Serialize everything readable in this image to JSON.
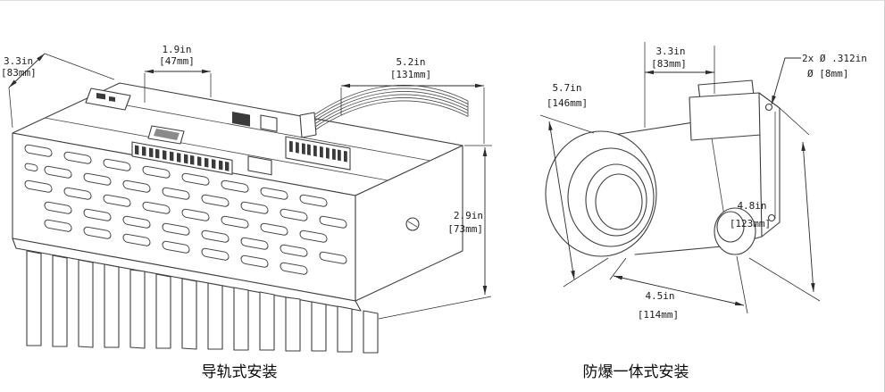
{
  "colors": {
    "background": "#ffffff",
    "line": "#3e3e3e",
    "dimension": "#2c2c2c",
    "text": "#1c1c1c"
  },
  "left": {
    "caption": "导轨式安装",
    "dims": {
      "depth": {
        "inches": "3.3in",
        "mm": "[83mm]"
      },
      "step": {
        "inches": "1.9in",
        "mm": "[47mm]"
      },
      "length": {
        "inches": "5.2in",
        "mm": "[131mm]"
      },
      "height": {
        "inches": "2.9in",
        "mm": "[73mm]"
      }
    }
  },
  "right": {
    "caption": "防爆一体式安装",
    "dims": {
      "diameter": {
        "inches": "5.7in",
        "mm": "[146mm]"
      },
      "lens": {
        "inches": "3.3in",
        "mm": "[83mm]"
      },
      "holes": {
        "label": "2x Ø .312in",
        "dia": "Ø [8mm]"
      },
      "height": {
        "inches": "4.8in",
        "mm": "[123mm]"
      },
      "depth": {
        "inches": "4.5in",
        "mm": "[114mm]"
      }
    }
  }
}
